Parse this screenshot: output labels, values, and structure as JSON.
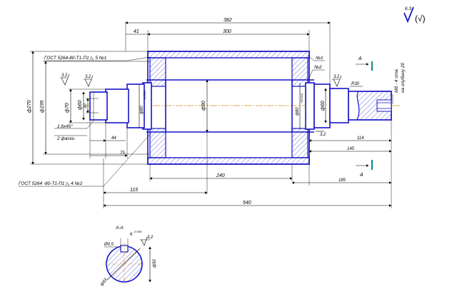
{
  "roughness": {
    "value": "6.3",
    "symbol": "(√)"
  },
  "notes": {
    "gost_top": "ГОСТ 5264-80-Т1-П1 ◺ 5 №1",
    "gost_bottom": "ГОСТ 5264 -80-Т1-П1 ◺ 4 №2",
    "weld1": "№1",
    "weld2": "№2",
    "thread": "М8 - 4 отв.",
    "thread_depth": "на глубину 20",
    "chamfer": "1,6х45°",
    "chamfer_note": "2 фаски",
    "section_title": "А-А"
  },
  "section_marks": {
    "top": "А",
    "bottom": "А"
  },
  "dims": {
    "d382": "382",
    "d300": "300",
    "d41": "41",
    "d270": "ф270",
    "d195": "ф195",
    "d70": "ф70",
    "d60l": "ф60",
    "d30": "30",
    "d80": "ф80",
    "d80tol": "ф80",
    "d90": "ф90",
    "d60r": "ф60",
    "r30": "R30",
    "r32a": "3,2",
    "r32b": "3,2",
    "r32c": "3,2",
    "r32d": "3,2",
    "d44": "44",
    "d75": "75",
    "d240": "240",
    "d115": "115",
    "d540": "540",
    "d114": "114",
    "d145": "145",
    "d185": "185",
    "s_105": "Ø0,5",
    "s_6": "6",
    "s_tol": "-0,036",
    "s_32": "3,2",
    "s_d50": "ф50",
    "s_d63": "ф63"
  }
}
